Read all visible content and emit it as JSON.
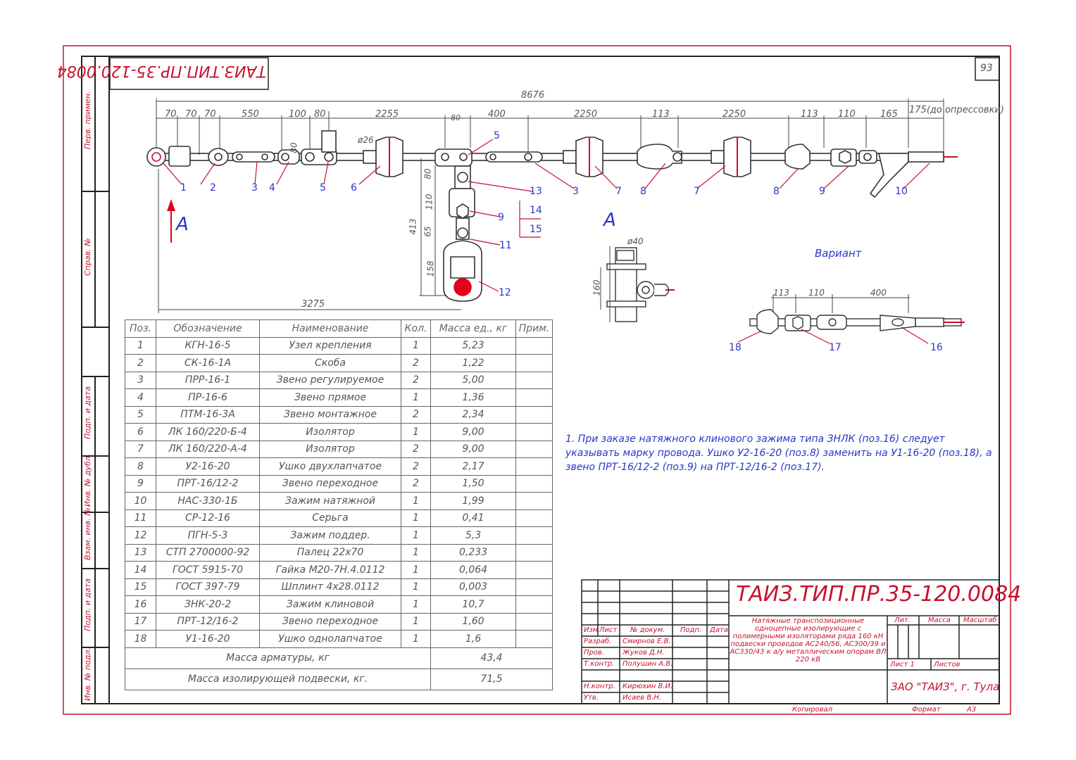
{
  "drawing_code_top": "ТАИЗ.ТИП.ПР.35-120.0084",
  "sheet_number": "93",
  "margin_labels": {
    "perv_primen": "Перв. примен.",
    "sprav_no": "Справ. №",
    "podp_data_1": "Подп. и дата",
    "inv_dubl": "Инв. № дубл.",
    "vzam_inv": "Взам. инв. №",
    "podp_data_2": "Подп. и дата",
    "inv_podl": "Инв. № подл."
  },
  "dimensions": {
    "total": "8676",
    "d70a": "70",
    "d70b": "70",
    "d70c": "70",
    "d550": "550",
    "d100": "100",
    "d80a": "80",
    "d2255": "2255",
    "d80b": "80",
    "d400": "400",
    "d2250a": "2250",
    "d113a": "113",
    "d2250b": "2250",
    "d113b": "113",
    "d110": "110",
    "d165": "165",
    "d175": "175(до опрессовки)",
    "phi26": "ø26",
    "d80v": "80",
    "d413": "413",
    "d80c": "80",
    "d110v": "110",
    "d65": "65",
    "d158": "158",
    "d3275": "3275"
  },
  "positions": [
    "1",
    "2",
    "3",
    "4",
    "5",
    "6",
    "3",
    "7",
    "8",
    "7",
    "8",
    "9",
    "10",
    "5",
    "13",
    "14",
    "15",
    "9",
    "11",
    "12"
  ],
  "view_a": {
    "label": "A",
    "phi40": "ø40",
    "d160": "160"
  },
  "variant": {
    "title": "Вариант",
    "d113": "113",
    "d110": "110",
    "d400": "400",
    "pos18": "18",
    "pos17": "17",
    "pos16": "16"
  },
  "note": "1. При заказе натяжного клинового зажима типа ЗНЛК (поз.16) следует указывать марку провода. Ушко У2-16-20 (поз.8) заменить на У1-16-20 (поз.18), а звено ПРТ-16/12-2 (поз.9) на ПРТ-12/16-2 (поз.17).",
  "table": {
    "headers": [
      "Поз.",
      "Обозначение",
      "Наименование",
      "Кол.",
      "Масса ед., кг",
      "Прим."
    ],
    "rows": [
      [
        "1",
        "КГН-16-5",
        "Узел крепления",
        "1",
        "5,23",
        ""
      ],
      [
        "2",
        "СК-16-1А",
        "Скоба",
        "2",
        "1,22",
        ""
      ],
      [
        "3",
        "ПРР-16-1",
        "Звено регулируемое",
        "2",
        "5,00",
        ""
      ],
      [
        "4",
        "ПР-16-6",
        "Звено прямое",
        "1",
        "1,36",
        ""
      ],
      [
        "5",
        "ПТМ-16-3А",
        "Звено монтажное",
        "2",
        "2,34",
        ""
      ],
      [
        "6",
        "ЛК 160/220-Б-4",
        "Изолятор",
        "1",
        "9,00",
        ""
      ],
      [
        "7",
        "ЛК 160/220-А-4",
        "Изолятор",
        "2",
        "9,00",
        ""
      ],
      [
        "8",
        "У2-16-20",
        "Ушко двухлапчатое",
        "2",
        "2,17",
        ""
      ],
      [
        "9",
        "ПРТ-16/12-2",
        "Звено переходное",
        "2",
        "1,50",
        ""
      ],
      [
        "10",
        "НАС-330-1Б",
        "Зажим натяжной",
        "1",
        "1,99",
        ""
      ],
      [
        "11",
        "СР-12-16",
        "Серьга",
        "1",
        "0,41",
        ""
      ],
      [
        "12",
        "ПГН-5-3",
        "Зажим поддер.",
        "1",
        "5,3",
        ""
      ],
      [
        "13",
        "СТП 2700000-92",
        "Палец 22х70",
        "1",
        "0,233",
        ""
      ],
      [
        "14",
        "ГОСТ 5915-70",
        "Гайка М20-7Н.4.0112",
        "1",
        "0,064",
        ""
      ],
      [
        "15",
        "ГОСТ 397-79",
        "Шплинт 4х28.0112",
        "1",
        "0,003",
        ""
      ],
      [
        "16",
        "ЗНК-20-2",
        "Зажим клиновой",
        "1",
        "10,7",
        ""
      ],
      [
        "17",
        "ПРТ-12/16-2",
        "Звено переходное",
        "1",
        "1,60",
        ""
      ],
      [
        "18",
        "У1-16-20",
        "Ушко однолапчатое",
        "1",
        "1,6",
        ""
      ]
    ],
    "mass_fittings_label": "Масса арматуры, кг",
    "mass_fittings_value": "43,4",
    "mass_string_label": "Масса изолирующей подвески, кг.",
    "mass_string_value": "71,5"
  },
  "title_block": {
    "code": "ТАИЗ.ТИП.ПР.35-120.0084",
    "description": "Натяжные транспозиционные одноцепные изолирующие с полимерными изоляторами ряда 160 кН подвески проводов АС240/56, АС300/39 и АС330/43 к а/у металлическим опорам ВЛ 220 кВ",
    "col_izm": "Изм",
    "col_list": "Лист",
    "col_ndokum": "№ докум.",
    "col_podp": "Подп.",
    "col_data": "Дата",
    "razrab_role": "Разраб.",
    "razrab_name": "Смирнов Е.В.",
    "prov_role": "Пров.",
    "prov_name": "Жуков Д.Н.",
    "tkontr_role": "Т.контр.",
    "tkontr_name": "Полушин А.В.",
    "nkontr_role": "Н.контр.",
    "nkontr_name": "Кирюхин В.И.",
    "utv_role": "Утв.",
    "utv_name": "Исаев В.Н.",
    "lit": "Лит.",
    "massa": "Масса",
    "masshtab": "Масштаб",
    "sheet": "Лист 1",
    "sheets": "Листов",
    "company": "ЗАО \"ТАИЗ\", г. Тула",
    "kopiroval": "Копировал",
    "format_label": "Формат",
    "format_value": "А3"
  },
  "colors": {
    "frame": "#c8102e",
    "callout": "#2b35c8",
    "lines": "#222222"
  }
}
